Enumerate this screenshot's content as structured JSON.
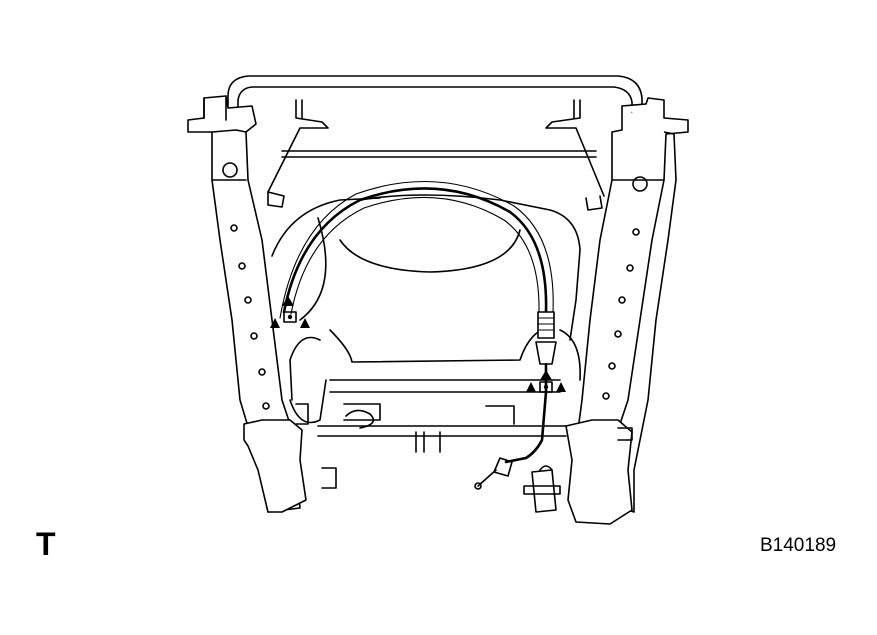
{
  "figure": {
    "corner_label": "T",
    "figure_code": "B140189"
  },
  "parts": {
    "clip_marker_left": "clip-arrow-marker",
    "clip_marker_right": "clip-arrow-marker"
  }
}
